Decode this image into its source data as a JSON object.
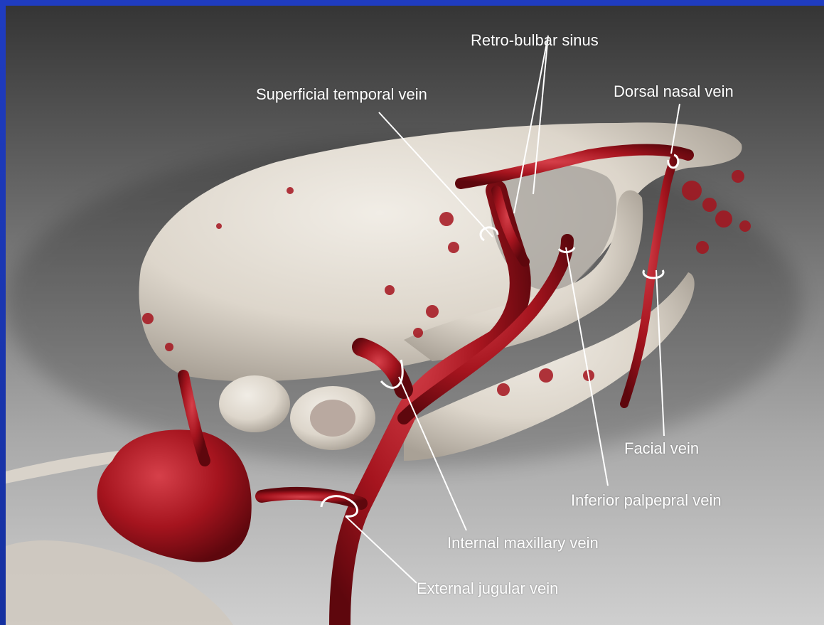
{
  "image": {
    "description_icon": "skull-vasculature-render",
    "colors": {
      "frame": "#1f3cc0",
      "background_top": "#353535",
      "background_bottom": "#cfcfcf",
      "bone": "#ddd6cb",
      "vessel": "#a5141e",
      "annotation": "#ffffff"
    }
  },
  "labels": {
    "retro_bulbar_sinus": "Retro-bulbar sinus",
    "superficial_temporal_vein": "Superficial temporal vein",
    "dorsal_nasal_vein": "Dorsal nasal vein",
    "facial_vein": "Facial vein",
    "inferior_palpepral_vein": "Inferior palpepral vein",
    "internal_maxillary_vein": "Internal maxillary vein",
    "external_jugular_vein": "External jugular vein"
  }
}
